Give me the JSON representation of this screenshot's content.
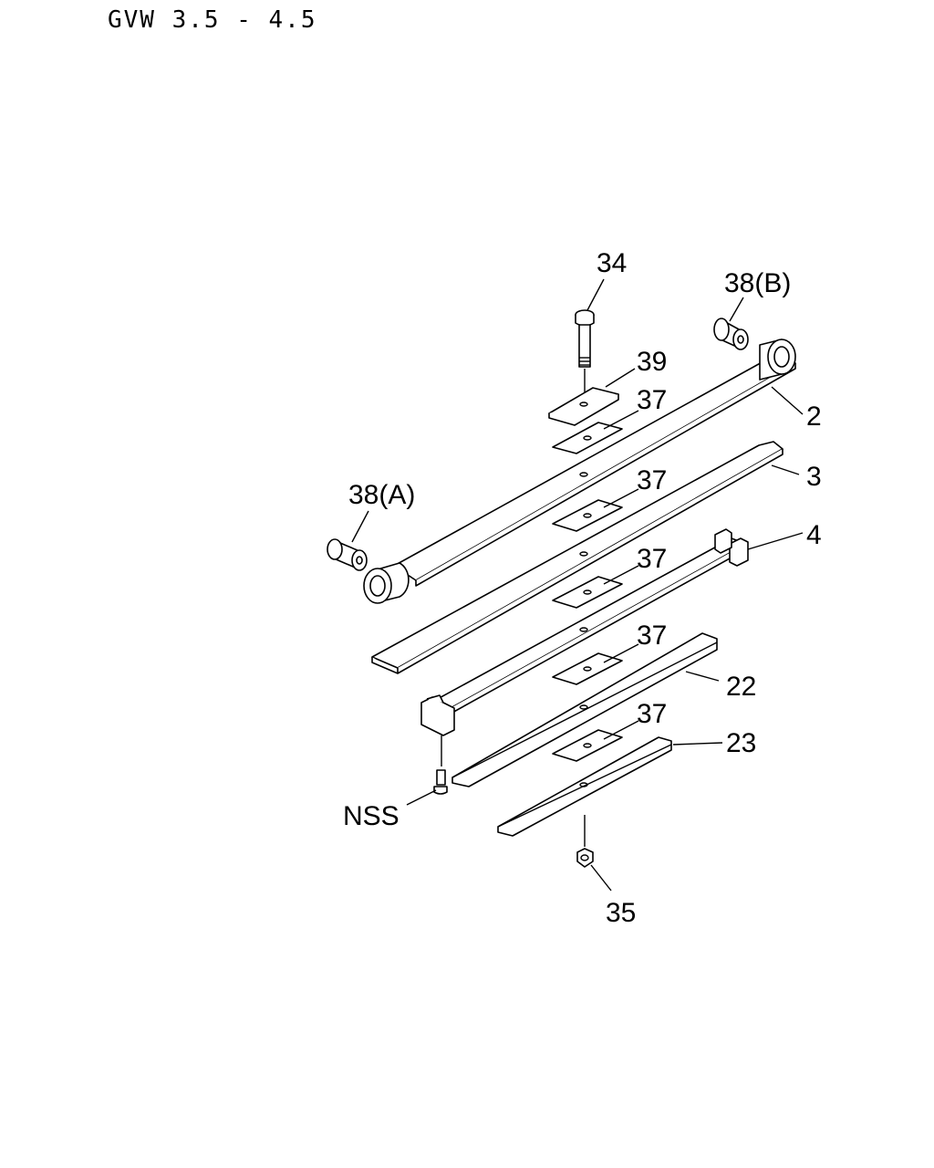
{
  "header": {
    "title": "GVW 3.5 - 4.5"
  },
  "callouts": {
    "c34": "34",
    "c38b": "38(B)",
    "c39": "39",
    "c37a": "37",
    "c2": "2",
    "c3": "3",
    "c37b": "37",
    "c38a": "38(A)",
    "c4": "4",
    "c37c": "37",
    "c37d": "37",
    "c22": "22",
    "c37e": "37",
    "c23": "23",
    "cnss": "NSS",
    "c35": "35"
  },
  "colors": {
    "line": "#000000",
    "background": "#ffffff"
  }
}
